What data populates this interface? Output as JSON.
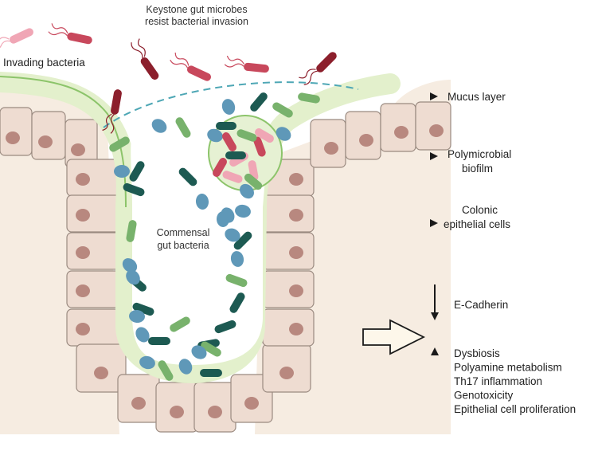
{
  "labels": {
    "title_line1": "Keystone gut microbes",
    "title_line2": "resist bacterial invasion",
    "invading": "Invading bacteria",
    "commensal_line1": "Commensal",
    "commensal_line2": "gut bacteria",
    "mucus": "Mucus layer",
    "biofilm_line1": "Polymicrobial",
    "biofilm_line2": "biofilm",
    "colonic_line1": "Colonic",
    "colonic_line2": "epithelial cells",
    "decrease_item": "E-Cadherin",
    "increase_items": [
      "Dysbiosis",
      "Polyamine metabolism",
      "Th17 inflammation",
      "Genotoxicity",
      "Epithelial cell proliferation"
    ]
  },
  "colors": {
    "tissue": "#f6ece1",
    "mucus": "#e3f0cc",
    "mucus_edge": "#8cc46a",
    "cell": "#eedcd1",
    "cell_border": "#9a8a80",
    "nucleus": "#b8887f",
    "dark_teal": "#1d5a52",
    "blue": "#5f98b8",
    "green": "#78b26c",
    "red": "#c8485c",
    "pink": "#f0a6b5",
    "dark_red": "#8c1f2c",
    "dashed": "#4ea7b5"
  }
}
